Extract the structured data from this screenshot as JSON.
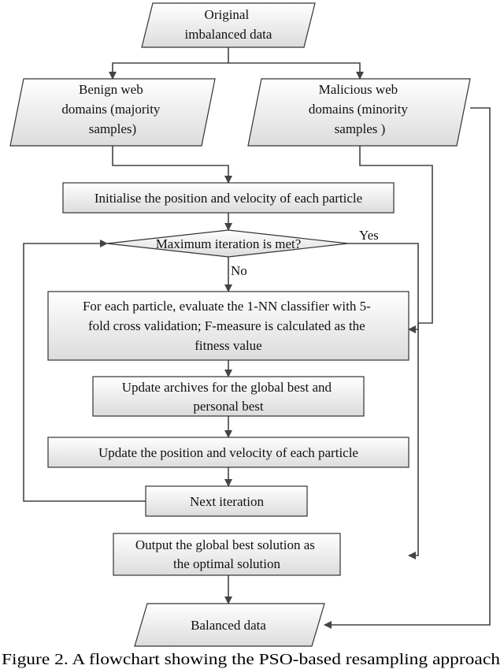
{
  "nodes": {
    "original": {
      "lines": [
        "Original",
        "imbalanced data"
      ]
    },
    "benign": {
      "lines": [
        "Benign web",
        "domains (majority",
        "samples)"
      ]
    },
    "malicious": {
      "lines": [
        "Malicious web",
        "domains (minority",
        "samples )"
      ]
    },
    "init": {
      "lines": [
        "Initialise the position and velocity of each particle"
      ]
    },
    "decision": {
      "lines": [
        "Maximum iteration is met?"
      ]
    },
    "evaluate": {
      "lines": [
        "For each particle, evaluate the 1-NN classifier with 5-",
        "fold cross validation; F-measure is calculated as the",
        "fitness value"
      ]
    },
    "update_archives": {
      "lines": [
        "Update archives for the global best and",
        "personal best"
      ]
    },
    "update_position": {
      "lines": [
        "Update the position and velocity of each particle"
      ]
    },
    "next_iteration": {
      "lines": [
        "Next iteration"
      ]
    },
    "output": {
      "lines": [
        "Output the global best solution as",
        "the optimal solution"
      ]
    },
    "balanced": {
      "lines": [
        "Balanced data"
      ]
    }
  },
  "edge_labels": {
    "yes": "Yes",
    "no": "No"
  },
  "caption": "Figure 2. A flowchart showing the PSO-based resampling approach",
  "colors": {
    "box_top": "#ffffff",
    "box_bottom": "#dcdcdc",
    "stroke": "#333333",
    "line": "#444444"
  }
}
